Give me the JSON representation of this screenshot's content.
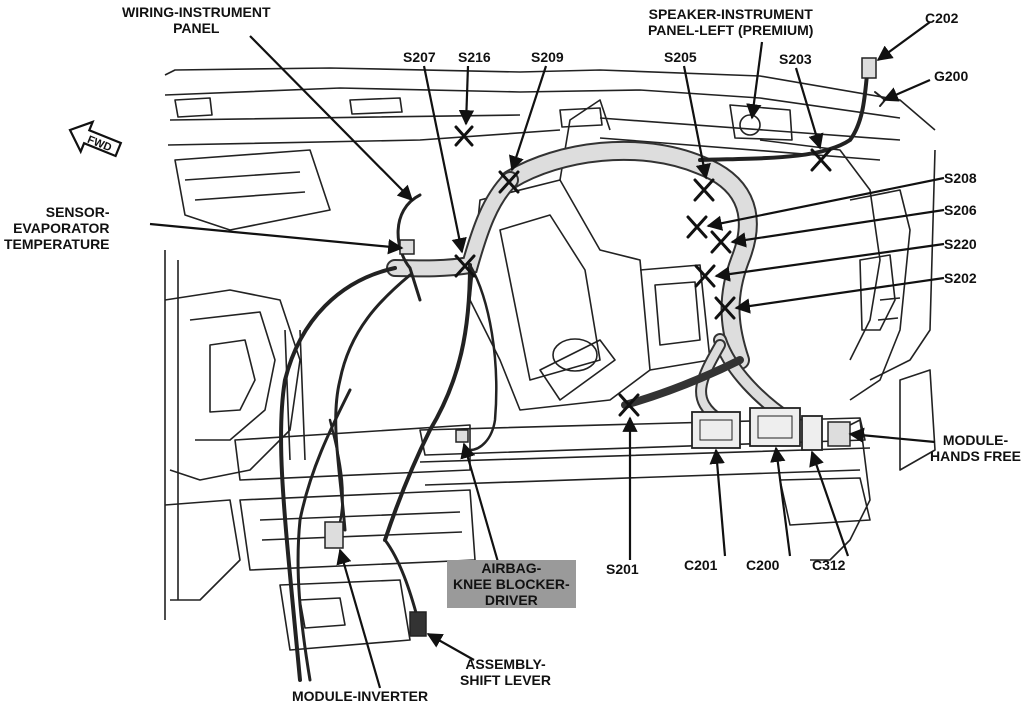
{
  "labels": {
    "wiring_instrument_panel": "WIRING-INSTRUMENT\nPANEL",
    "speaker_instrument_panel": "SPEAKER-INSTRUMENT\nPANEL-LEFT (PREMIUM)",
    "sensor_evaporator": "SENSOR-\nEVAPORATOR\nTEMPERATURE",
    "module_hands_free": "MODULE-\nHANDS FREE",
    "airbag_knee_blocker": "AIRBAG-\nKNEE BLOCKER-\nDRIVER",
    "assembly_shift_lever": "ASSEMBLY-\nSHIFT LEVER",
    "module_inverter": "MODULE-INVERTER",
    "fwd": "FWD"
  },
  "splices": {
    "s207": "S207",
    "s216": "S216",
    "s209": "S209",
    "s205": "S205",
    "s203": "S203",
    "s208": "S208",
    "s206": "S206",
    "s220": "S220",
    "s202": "S202",
    "s201": "S201"
  },
  "connectors": {
    "c202": "C202",
    "g200": "G200",
    "c201": "C201",
    "c200": "C200",
    "c312": "C312"
  },
  "colors": {
    "ink": "#111111",
    "highlight": "#9a9a9a",
    "background": "#ffffff"
  }
}
